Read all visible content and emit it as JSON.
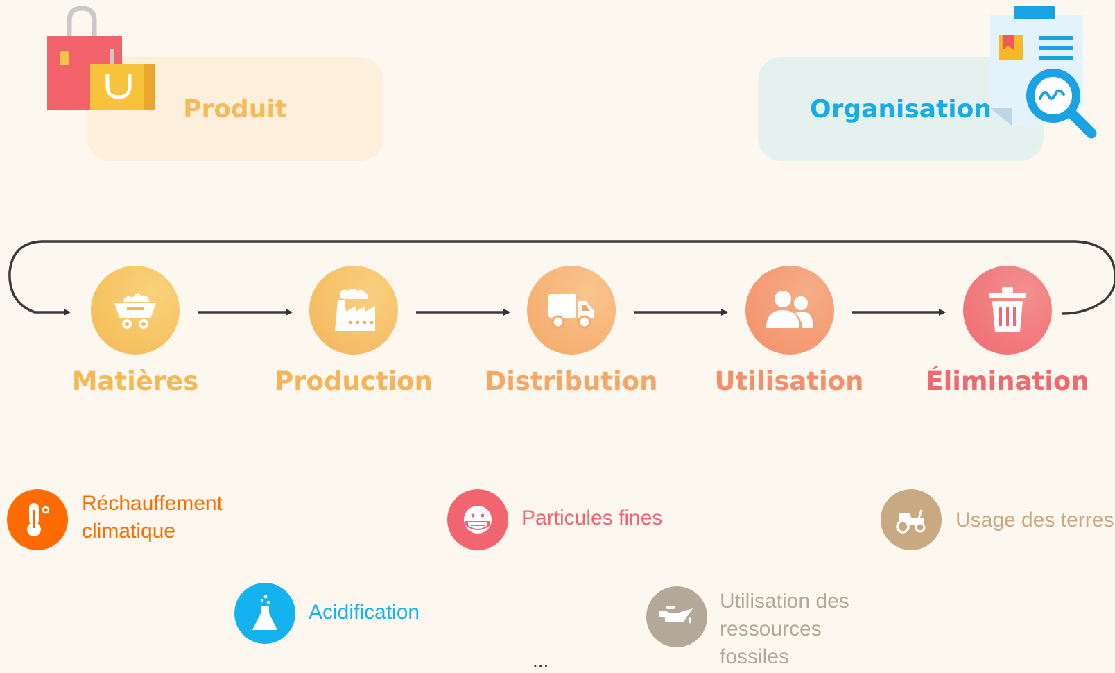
{
  "scopes": {
    "product": {
      "label": "Produit",
      "icon": "shopping-bags-icon"
    },
    "organisation": {
      "label": "Organisation",
      "icon": "document-magnifier-icon"
    }
  },
  "lifecycle": {
    "stages": [
      {
        "label": "Matières",
        "icon": "mine-cart-icon",
        "color": "#f4b954"
      },
      {
        "label": "Production",
        "icon": "factory-icon",
        "color": "#f4b45a"
      },
      {
        "label": "Distribution",
        "icon": "truck-icon",
        "color": "#f4a766"
      },
      {
        "label": "Utilisation",
        "icon": "users-icon",
        "color": "#f38f6a"
      },
      {
        "label": "Élimination",
        "icon": "trash-icon",
        "color": "#ee6a70"
      }
    ],
    "feedback_loop": true
  },
  "impacts": [
    {
      "label_lines": [
        "Réchauffement",
        "climatique"
      ],
      "icon": "thermometer-icon",
      "color": "#fd6b02"
    },
    {
      "label_lines": [
        "Particules fines"
      ],
      "icon": "face-mask-icon",
      "color": "#f06570"
    },
    {
      "label_lines": [
        "Usage des terres"
      ],
      "icon": "tractor-icon",
      "color": "#c9a982"
    },
    {
      "label_lines": [
        "Acidification"
      ],
      "icon": "flask-icon",
      "color": "#14b2ee"
    },
    {
      "label_lines": [
        "Utilisation des",
        "ressources",
        "fossiles"
      ],
      "icon": "oil-can-icon",
      "color": "#b4a998"
    }
  ],
  "ellipsis": "..."
}
